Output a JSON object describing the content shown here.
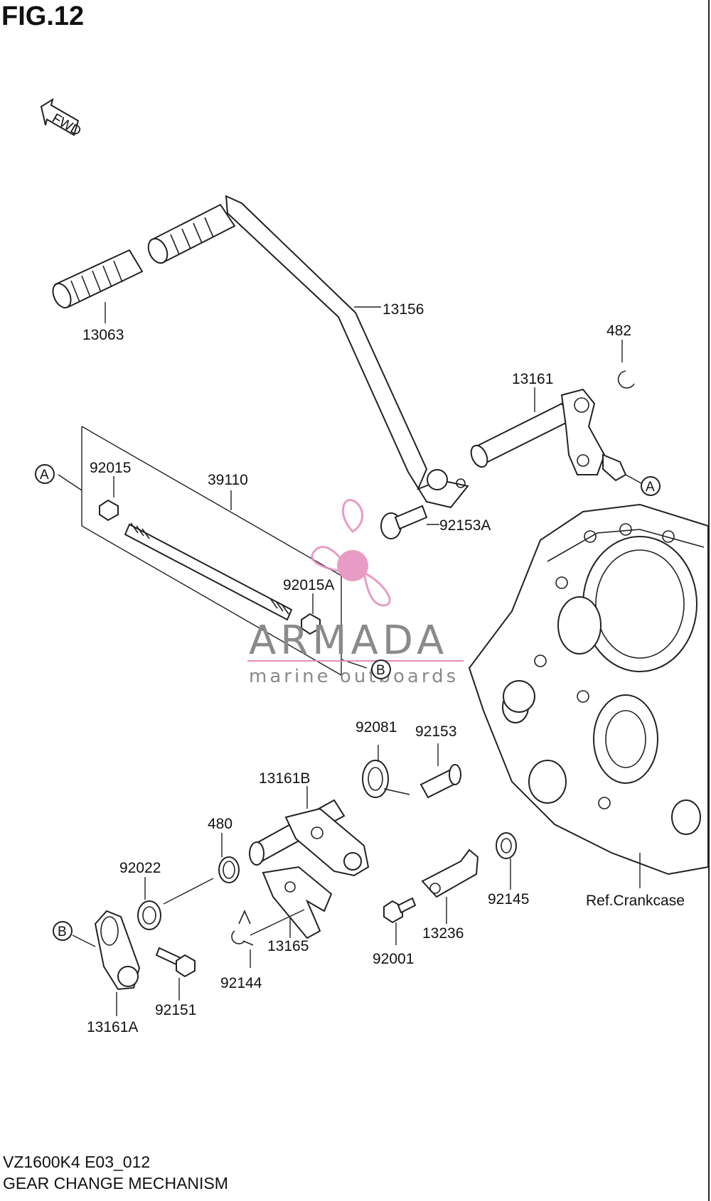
{
  "figure": {
    "title": "FIG.12",
    "model_code": "VZ1600K4 E03_012",
    "name": "GEAR CHANGE MECHANISM"
  },
  "direction_tag": "FWD",
  "reference_markers": [
    "A",
    "B"
  ],
  "parts": [
    {
      "id": "13063"
    },
    {
      "id": "13156"
    },
    {
      "id": "482"
    },
    {
      "id": "13161"
    },
    {
      "id": "92015"
    },
    {
      "id": "39110"
    },
    {
      "id": "92153A"
    },
    {
      "id": "92015A"
    },
    {
      "id": "92081"
    },
    {
      "id": "92153"
    },
    {
      "id": "13161B"
    },
    {
      "id": "480"
    },
    {
      "id": "92022"
    },
    {
      "id": "13165"
    },
    {
      "id": "92144"
    },
    {
      "id": "92145"
    },
    {
      "id": "13236"
    },
    {
      "id": "92001"
    },
    {
      "id": "92151"
    },
    {
      "id": "13161A"
    }
  ],
  "crankcase_ref": "Ref.Crankcase",
  "watermark": {
    "brand": "ARMADA",
    "tagline": "marine outboards",
    "accent_color": "#e58bbb",
    "text_color": "#8a8a8a"
  }
}
